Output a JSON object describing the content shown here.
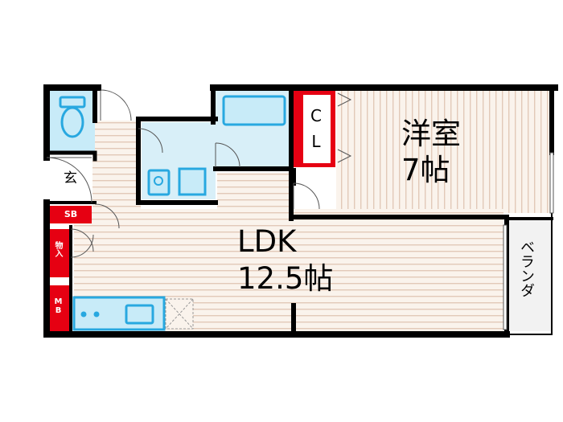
{
  "rooms": {
    "western": {
      "name": "洋室",
      "size": "7帖"
    },
    "ldk": {
      "name": "LDK",
      "size": "12.5帖"
    },
    "closet": {
      "label": "CL"
    },
    "balcony": {
      "label": "ベランダ"
    },
    "entrance": {
      "label": "玄"
    },
    "shoe_box": {
      "label": "SB"
    },
    "storage": {
      "label": "物入"
    },
    "meter_box": {
      "label": "MB"
    }
  },
  "colors": {
    "wall": "#000000",
    "storage_red": "#e60012",
    "fixture_blue": "#28a8e0",
    "fixture_fill": "#c8ebf8",
    "floor_stripe": "#e2c9b8",
    "floor_bg": "#faf3ec",
    "balcony_fill": "#f2f2f2"
  },
  "icons": [
    "toilet-icon",
    "bathtub-icon",
    "washbasin-icon",
    "washer-pan-icon",
    "kitchen-sink-icon",
    "stove-icon",
    "fridge-space-icon"
  ]
}
